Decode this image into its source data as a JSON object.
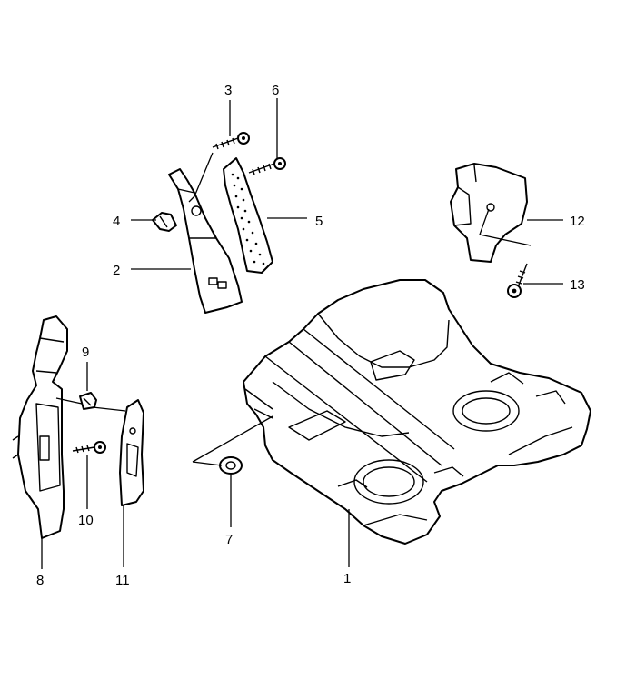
{
  "callouts": {
    "c1": "1",
    "c2": "2",
    "c3": "3",
    "c4": "4",
    "c5": "5",
    "c6": "6",
    "c7": "7",
    "c8": "8",
    "c9": "9",
    "c10": "10",
    "c11": "11",
    "c12": "12",
    "c13": "13"
  },
  "colors": {
    "line": "#000000",
    "paper": "#ffffff"
  }
}
